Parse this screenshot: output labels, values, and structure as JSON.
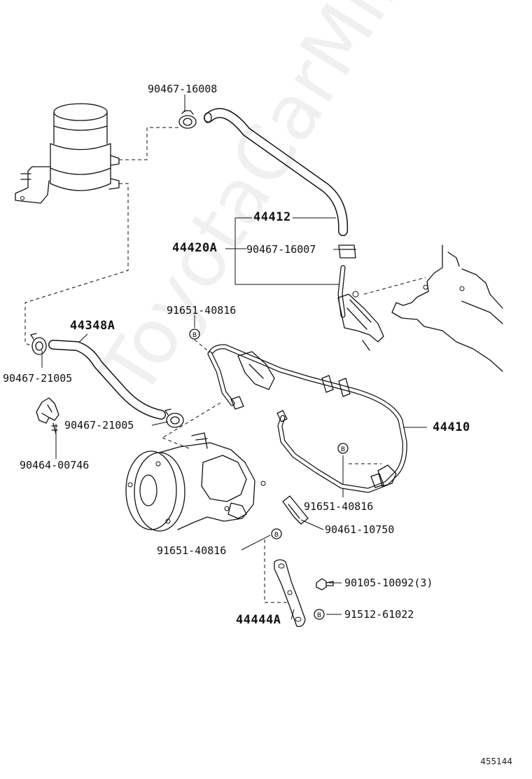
{
  "parts": {
    "clamp_top": "90467-16008",
    "hose_upper": "44412",
    "assembly": "44420A",
    "clamp_mid": "90467-16007",
    "bolt_top": "91651-40816",
    "hose_left": "44348A",
    "clamp_left_a": "90467-21005",
    "clamp_left_b": "90467-21005",
    "clip": "90464-00746",
    "pressure_tube": "44410",
    "bolt_mid": "91651-40816",
    "union": "90461-10750",
    "bolt_low": "91651-40816",
    "bolt_bracket": "90105-10092",
    "bolt_bracket_qty": "(3)",
    "nut": "91512-61022",
    "bracket": "44444A"
  },
  "watermark": "ToyotaCarMine.ru",
  "reference_number": "455144"
}
